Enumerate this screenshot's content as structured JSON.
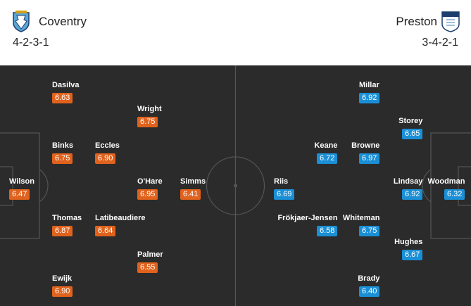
{
  "home": {
    "name": "Coventry",
    "formation": "4-2-3-1",
    "crest": "coventry-crest-icon",
    "rating_color": "#e0621d",
    "players": [
      {
        "name": "Wilson",
        "rating": "6.47"
      },
      {
        "name": "Dasilva",
        "rating": "6.63"
      },
      {
        "name": "Binks",
        "rating": "6.75"
      },
      {
        "name": "Thomas",
        "rating": "6.87"
      },
      {
        "name": "Ewijk",
        "rating": "6.90"
      },
      {
        "name": "Eccles",
        "rating": "6.90"
      },
      {
        "name": "Latibeaudiere",
        "rating": "6.64"
      },
      {
        "name": "Wright",
        "rating": "6.75"
      },
      {
        "name": "O'Hare",
        "rating": "6.95"
      },
      {
        "name": "Palmer",
        "rating": "6.55"
      },
      {
        "name": "Simms",
        "rating": "6.41"
      }
    ]
  },
  "away": {
    "name": "Preston",
    "formation": "3-4-2-1",
    "crest": "preston-crest-icon",
    "rating_color": "#1a8fd6",
    "players": [
      {
        "name": "Woodman",
        "rating": "6.32"
      },
      {
        "name": "Storey",
        "rating": "6.65"
      },
      {
        "name": "Lindsay",
        "rating": "6.92"
      },
      {
        "name": "Hughes",
        "rating": "6.67"
      },
      {
        "name": "Millar",
        "rating": "6.92"
      },
      {
        "name": "Browne",
        "rating": "6.97"
      },
      {
        "name": "Whiteman",
        "rating": "6.75"
      },
      {
        "name": "Brady",
        "rating": "6.40"
      },
      {
        "name": "Keane",
        "rating": "6.72"
      },
      {
        "name": "Frökjaer-Jensen",
        "rating": "6.58"
      },
      {
        "name": "Riis",
        "rating": "6.69"
      }
    ]
  }
}
